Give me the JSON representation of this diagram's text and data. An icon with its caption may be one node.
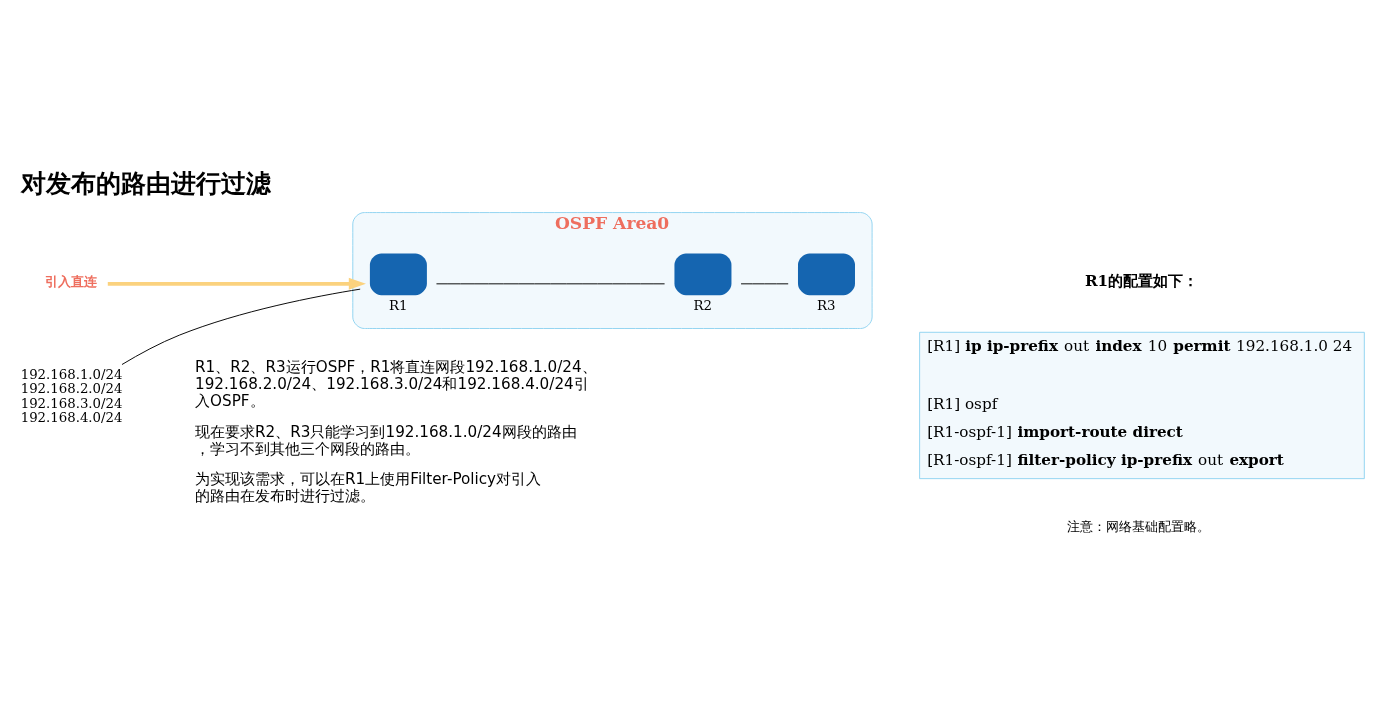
{
  "diagram": {
    "title": "对发布的路由进行过滤",
    "nodes": [
      {
        "text": [
          "OSPF Area0"
        ]
      },
      {
        "text": [],
        "shape": "box",
        "beside": [
          "R1"
        ],
        "in": 0
      },
      {
        "text": [],
        "shape": "box",
        "beside": [
          "R2"
        ],
        "in": 0
      },
      {
        "text": [],
        "shape": "box",
        "beside": [
          "R3"
        ],
        "in": 0
      },
      {
        "text": [
          "192.168.1.0/24",
          "192.168.2.0/24",
          "192.168.3.0/24",
          "192.168.4.0/24"
        ]
      },
      {
        "text": [
          "引入直连"
        ]
      }
    ],
    "edges": [
      {
        "from": 4,
        "to": 1,
        "arrow": "none"
      },
      {
        "from": 5,
        "to": 1,
        "arrow": "to",
        "style": "thick",
        "color": "#fbd27e"
      },
      {
        "from": 1,
        "to": 2,
        "arrow": "none"
      },
      {
        "from": 2,
        "to": 3,
        "arrow": "none"
      }
    ],
    "labels": [
      "R1的配置如下：",
      "[R1] **ip ip-prefix** out **index** 10 **permit** 192.168.1.0 24",
      "[R1] ospf",
      "[R1-ospf-1] **import-route direct**",
      "[R1-ospf-1] **filter-policy ip-prefix** out **export**",
      "R1、R2、R3运行OSPF，R1将直连网段192.168.1.0/24、192.168.2.0/24、192.168.3.0/24和192.168.4.0/24引入OSPF。",
      "现在要求R2、R3只能学习到192.168.1.0/24网段的路由，学习不到其他三个网段的路由。",
      "为实现该需求，可以在R1上使用Filter-Policy对引入的路由在发布时进行过滤。",
      "注意：网络基础配置略。"
    ]
  }
}
